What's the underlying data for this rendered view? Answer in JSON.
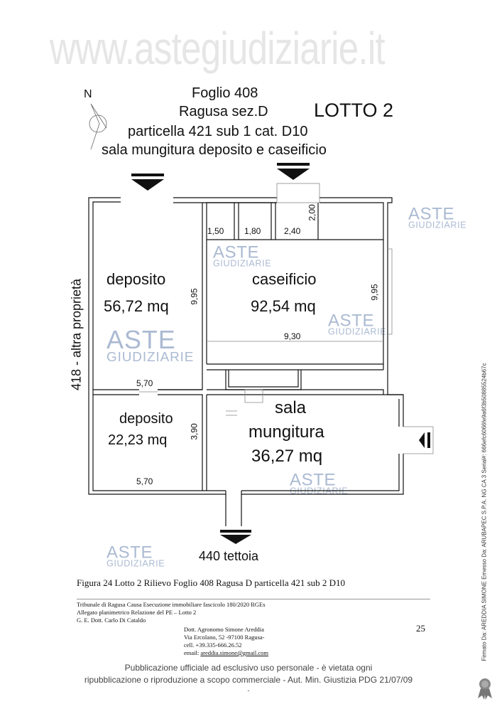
{
  "header": {
    "north": "N",
    "line1": "Foglio 408",
    "line2": "Ragusa sez.D",
    "line3": "particella 421 sub 1 cat. D10",
    "line4": "sala mungitura deposito e caseificio",
    "lotto": "LOTTO 2"
  },
  "plan": {
    "deposito1": {
      "name": "deposito",
      "area": "56,72 mq",
      "dim": "9,95"
    },
    "caseificio": {
      "name": "caseificio",
      "area": "92,54 mq",
      "dim_v": "9,95",
      "dim_h": "9,30"
    },
    "small_rooms": [
      "1,50",
      "1,80",
      "2,40",
      "2,00"
    ],
    "dim_between": "5,70",
    "deposito2": {
      "name": "deposito",
      "area": "22,23 mq",
      "dim_v": "3,90",
      "dim_h": "5,70"
    },
    "sala": {
      "line1": "sala",
      "line2": "mungitura",
      "area": "36,27 mq"
    },
    "left_label": "418  - altra proprietà",
    "bottom_label": "440 tettoia"
  },
  "watermark": {
    "aste": "ASTE",
    "giudiziarie": "GIUDIZIARIE",
    "url": "www.astegiudiziarie.it"
  },
  "caption": "Figura 24 Lotto 2 Rilievo Foglio 408 Ragusa D particella 421 sub 2 D10",
  "footer": {
    "left": [
      "Tribunale di Ragusa Causa Esecuzione immobiliare fascicolo 180/2020 RGEs",
      "Allegato planimetrico Relazione del PE – Lotto 2",
      "G. E. Dott. Carlo Di Cataldo"
    ],
    "author": [
      "Dott. Agronomo Simone Areddia",
      "Via Ercolano, 52 -97100 Ragusa-",
      "cell. +39.335-666.26.52"
    ],
    "email_label": "email: ",
    "email": "areddia.simone@gmail.com",
    "page": "25",
    "notice1": "Pubblicazione ufficiale ad esclusivo uso personale - è vietata ogni",
    "notice2": "ripubblicazione o riproduzione a scopo commerciale - Aut. Min. Giustizia PDG 21/07/09",
    "dash": "-"
  },
  "signature": "Firmato Da: AREDDIA SIMONE Emesso Da: ARUBAPEC S.P.A. NG CA 3 Serial#: 666efc6066fe9a6f3b50885524b67c"
}
